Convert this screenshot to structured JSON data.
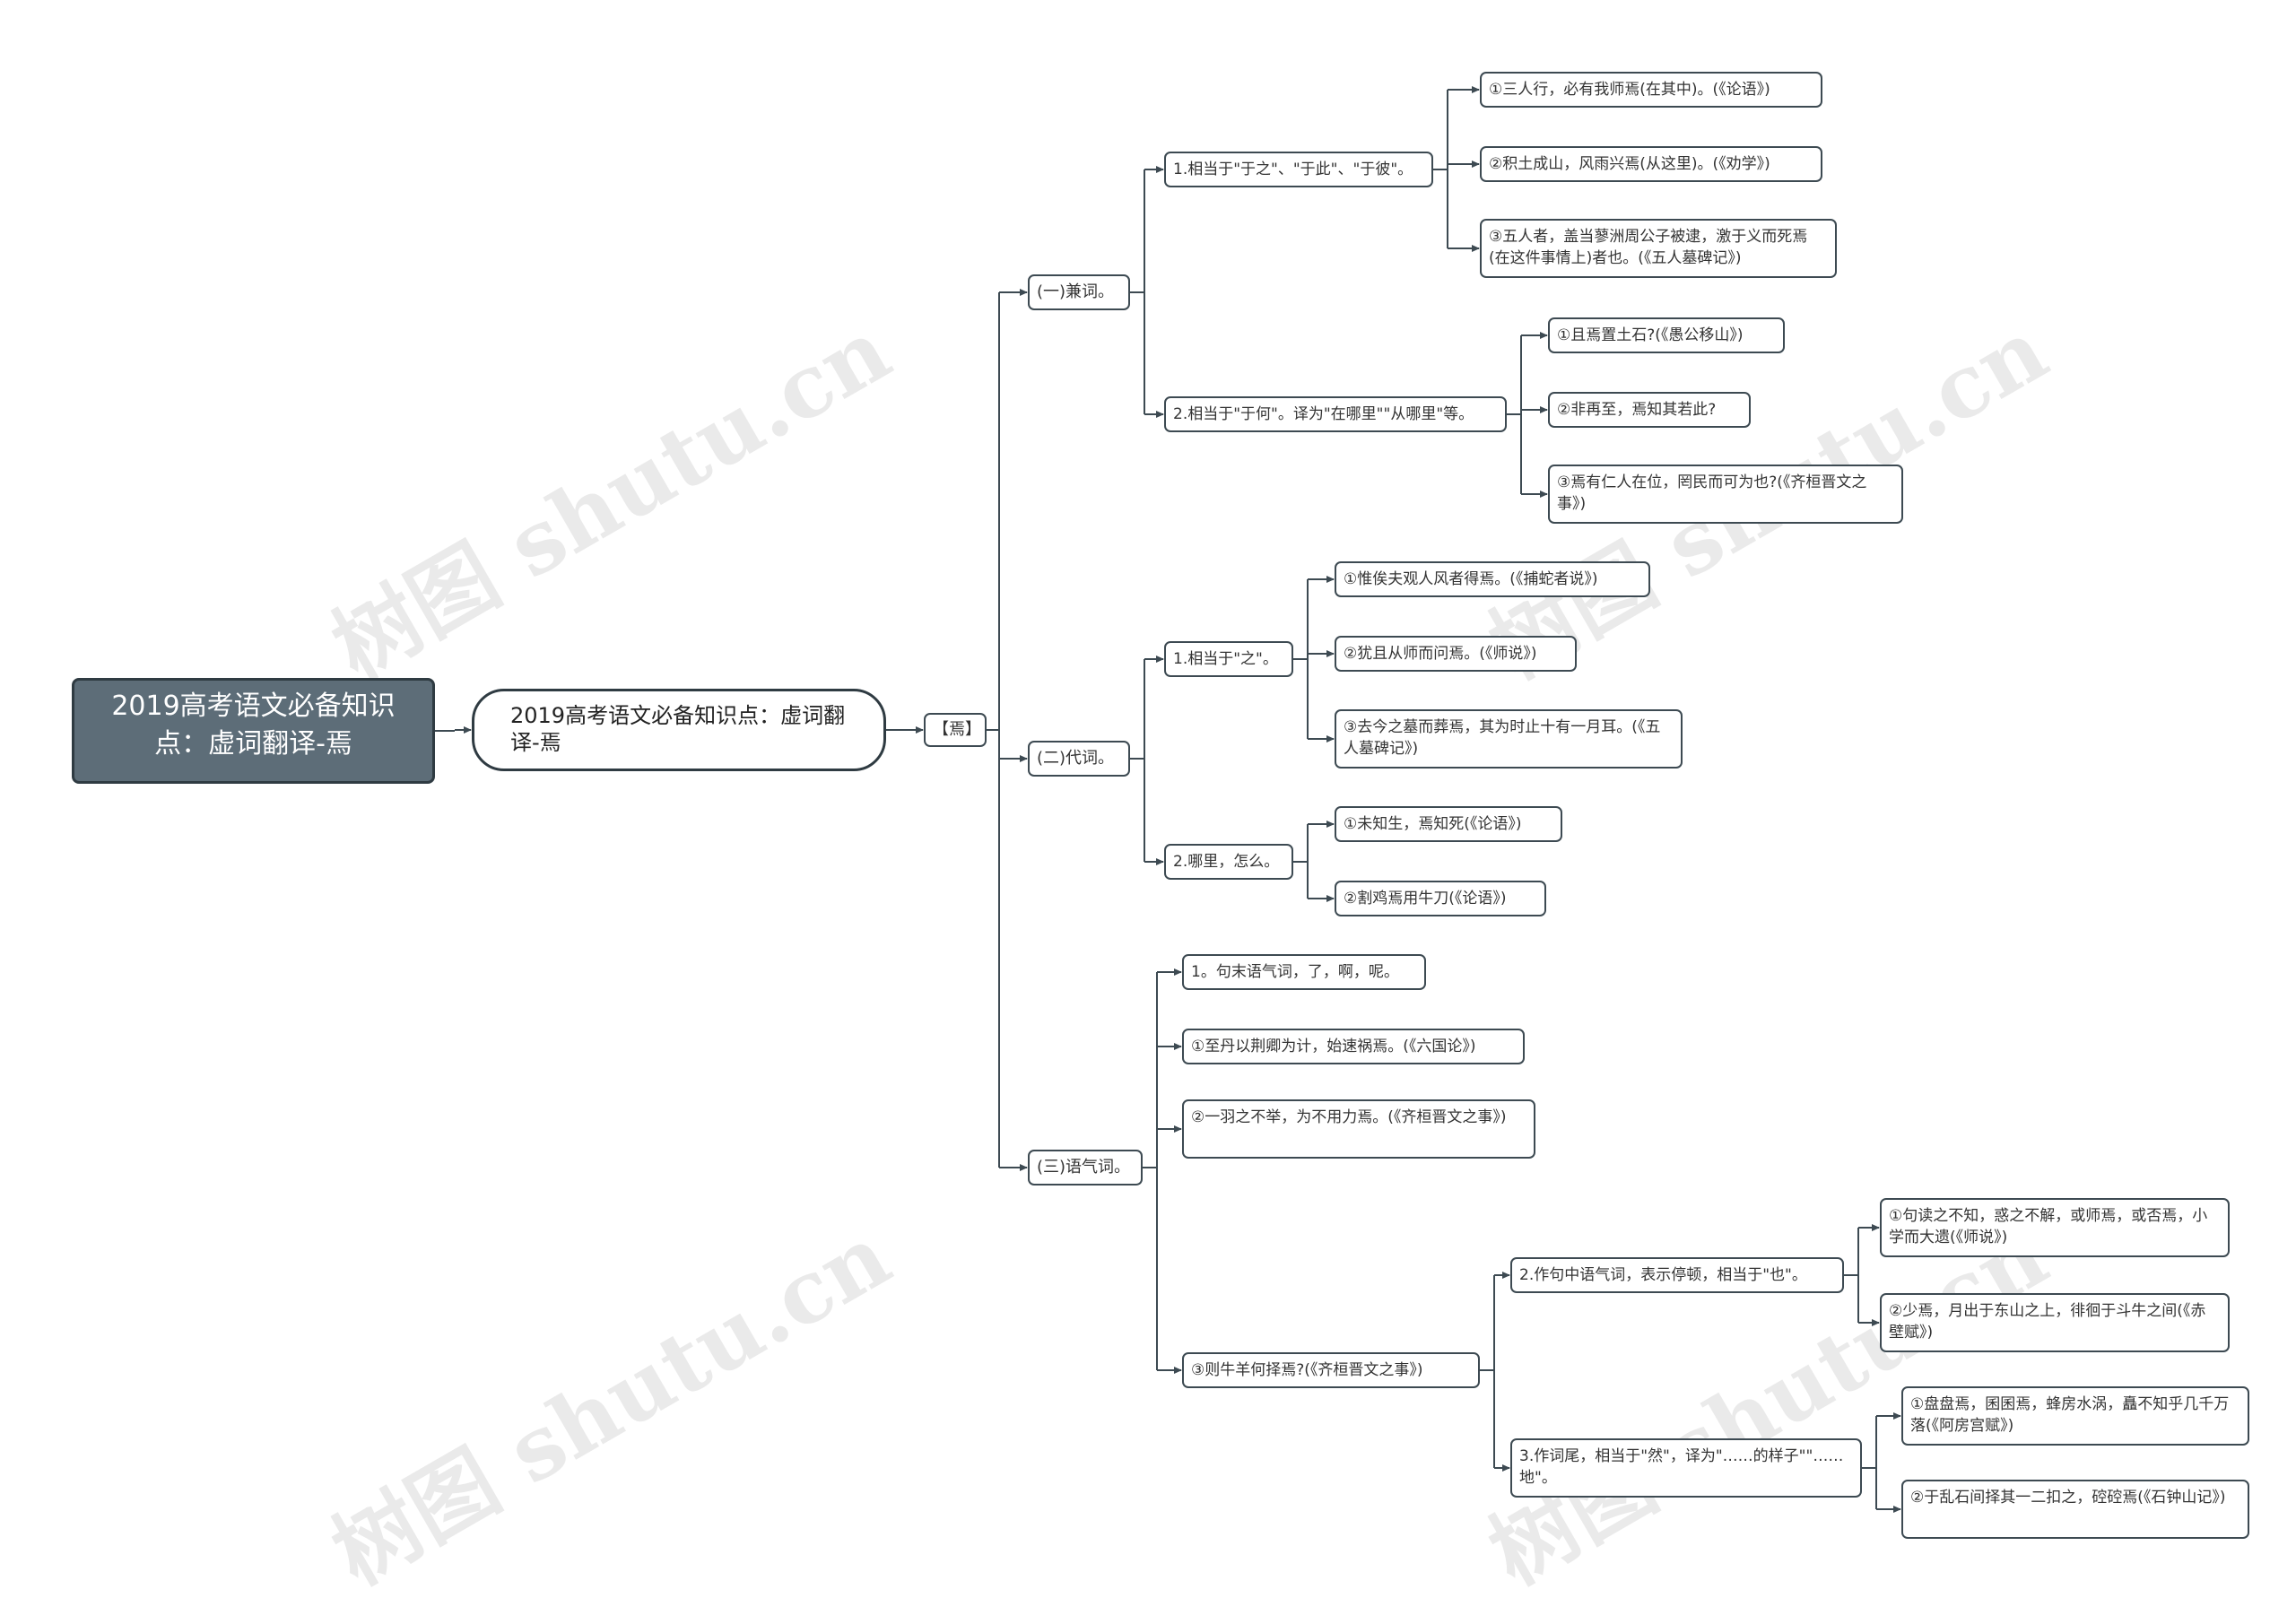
{
  "root": {
    "label": "2019高考语文必备知识点：虚词翻译-焉"
  },
  "main": {
    "label": "2019高考语文必备知识点：虚词翻译-焉"
  },
  "hub": {
    "label": "【焉】"
  },
  "sections": [
    {
      "label": "(一)兼词。",
      "groups": [
        {
          "label": "1.相当于\"于之\"、\"于此\"、\"于彼\"。",
          "items": [
            "①三人行，必有我师焉(在其中)。(《论语》)",
            "②积土成山，风雨兴焉(从这里)。(《劝学》)",
            "③五人者，盖当蓼洲周公子被逮，激于义而死焉(在这件事情上)者也。(《五人墓碑记》)"
          ]
        },
        {
          "label": "2.相当于\"于何\"。译为\"在哪里\"\"从哪里\"等。",
          "items": [
            "①且焉置土石?(《愚公移山》)",
            "②非再至，焉知其若此?",
            "③焉有仁人在位，罔民而可为也?(《齐桓晋文之事》)"
          ]
        }
      ]
    },
    {
      "label": "(二)代词。",
      "groups": [
        {
          "label": "1.相当于\"之\"。",
          "items": [
            "①惟俟夫观人风者得焉。(《捕蛇者说》)",
            "②犹且从师而问焉。(《师说》)",
            "③去今之墓而葬焉，其为时止十有一月耳。(《五人墓碑记》)"
          ]
        },
        {
          "label": "2.哪里，怎么。",
          "items": [
            "①未知生，焉知死(《论语》)",
            "②割鸡焉用牛刀(《论语》)"
          ]
        }
      ]
    },
    {
      "label": "(三)语气词。",
      "items": [
        "1。句末语气词，了，啊，呢。",
        "①至丹以荆卿为计，始速祸焉。(《六国论》)",
        "②一羽之不举，为不用力焉。(《齐桓晋文之事》)"
      ],
      "sub": {
        "label": "③则牛羊何择焉?(《齐桓晋文之事》)",
        "groups": [
          {
            "label": "2.作句中语气词，表示停顿，相当于\"也\"。",
            "items": [
              "①句读之不知，惑之不解，或师焉，或否焉，小学而大遗(《师说》)",
              "②少焉，月出于东山之上，徘徊于斗牛之间(《赤壁赋》)"
            ]
          },
          {
            "label": "3.作词尾，相当于\"然\"，译为\"……的样子\"\"……地\"。",
            "items": [
              "①盘盘焉，囷囷焉，蜂房水涡，矗不知乎几千万落(《阿房宫赋》)",
              "②于乱石间择其一二扣之，硿硿焉(《石钟山记》)"
            ]
          }
        ]
      }
    }
  ],
  "watermark": "树图 shutu.cn",
  "colors": {
    "line": "#3d4a52",
    "root_fill": "#5d6d78",
    "border": "#3d4a52"
  }
}
